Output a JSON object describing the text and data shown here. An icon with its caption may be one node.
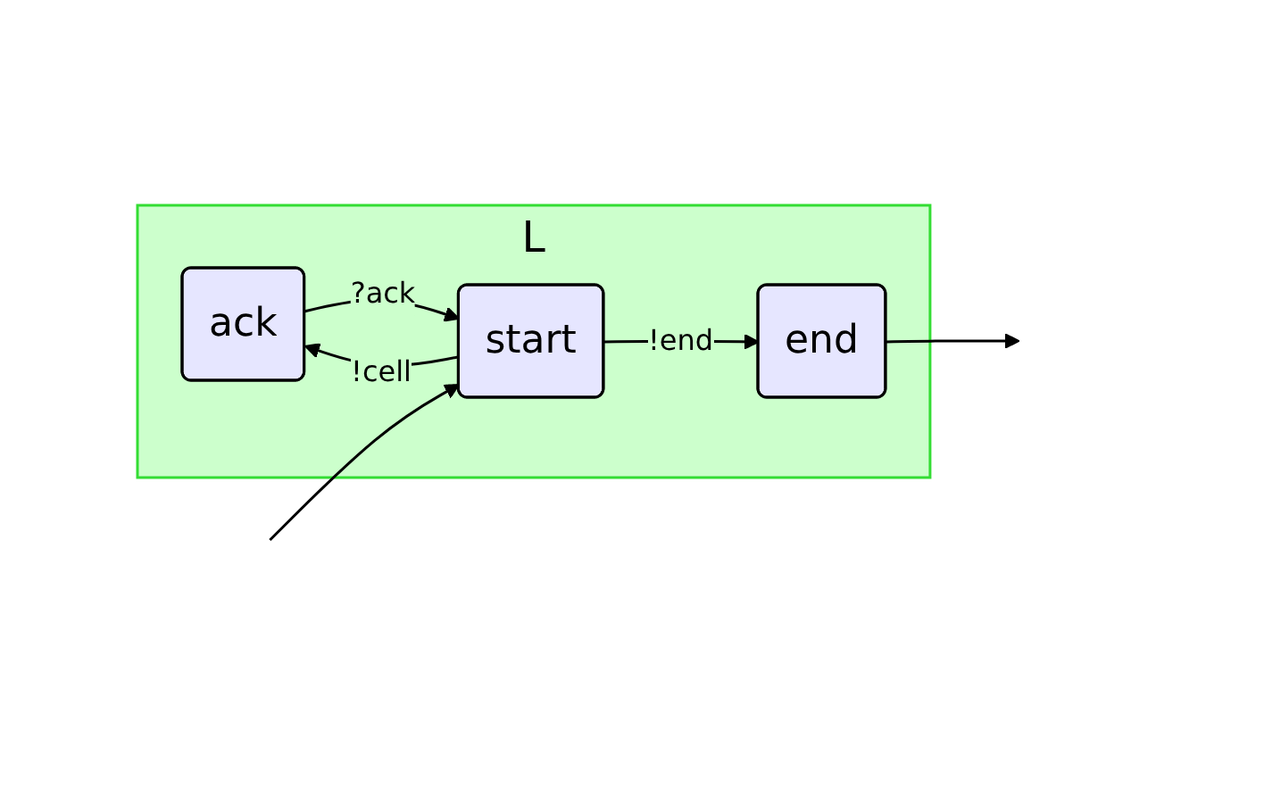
{
  "diagram": {
    "nodes": [
      {
        "text": [
          "L"
        ]
      },
      {
        "text": [
          "ack"
        ],
        "in": 0
      },
      {
        "text": [
          "start"
        ],
        "in": 0
      },
      {
        "text": [
          "end"
        ],
        "in": 0
      }
    ],
    "edges": [
      {
        "from": 2,
        "to": 1,
        "label": "!cell",
        "arrow": "to"
      },
      {
        "from": 1,
        "to": 2,
        "label": "?ack",
        "arrow": "to"
      },
      {
        "from": 2,
        "to": 3,
        "label": "!end",
        "arrow": "to"
      },
      {
        "from": null,
        "to": 2,
        "arrow": "to"
      },
      {
        "from": 3,
        "to": null,
        "arrow": "to"
      }
    ]
  }
}
